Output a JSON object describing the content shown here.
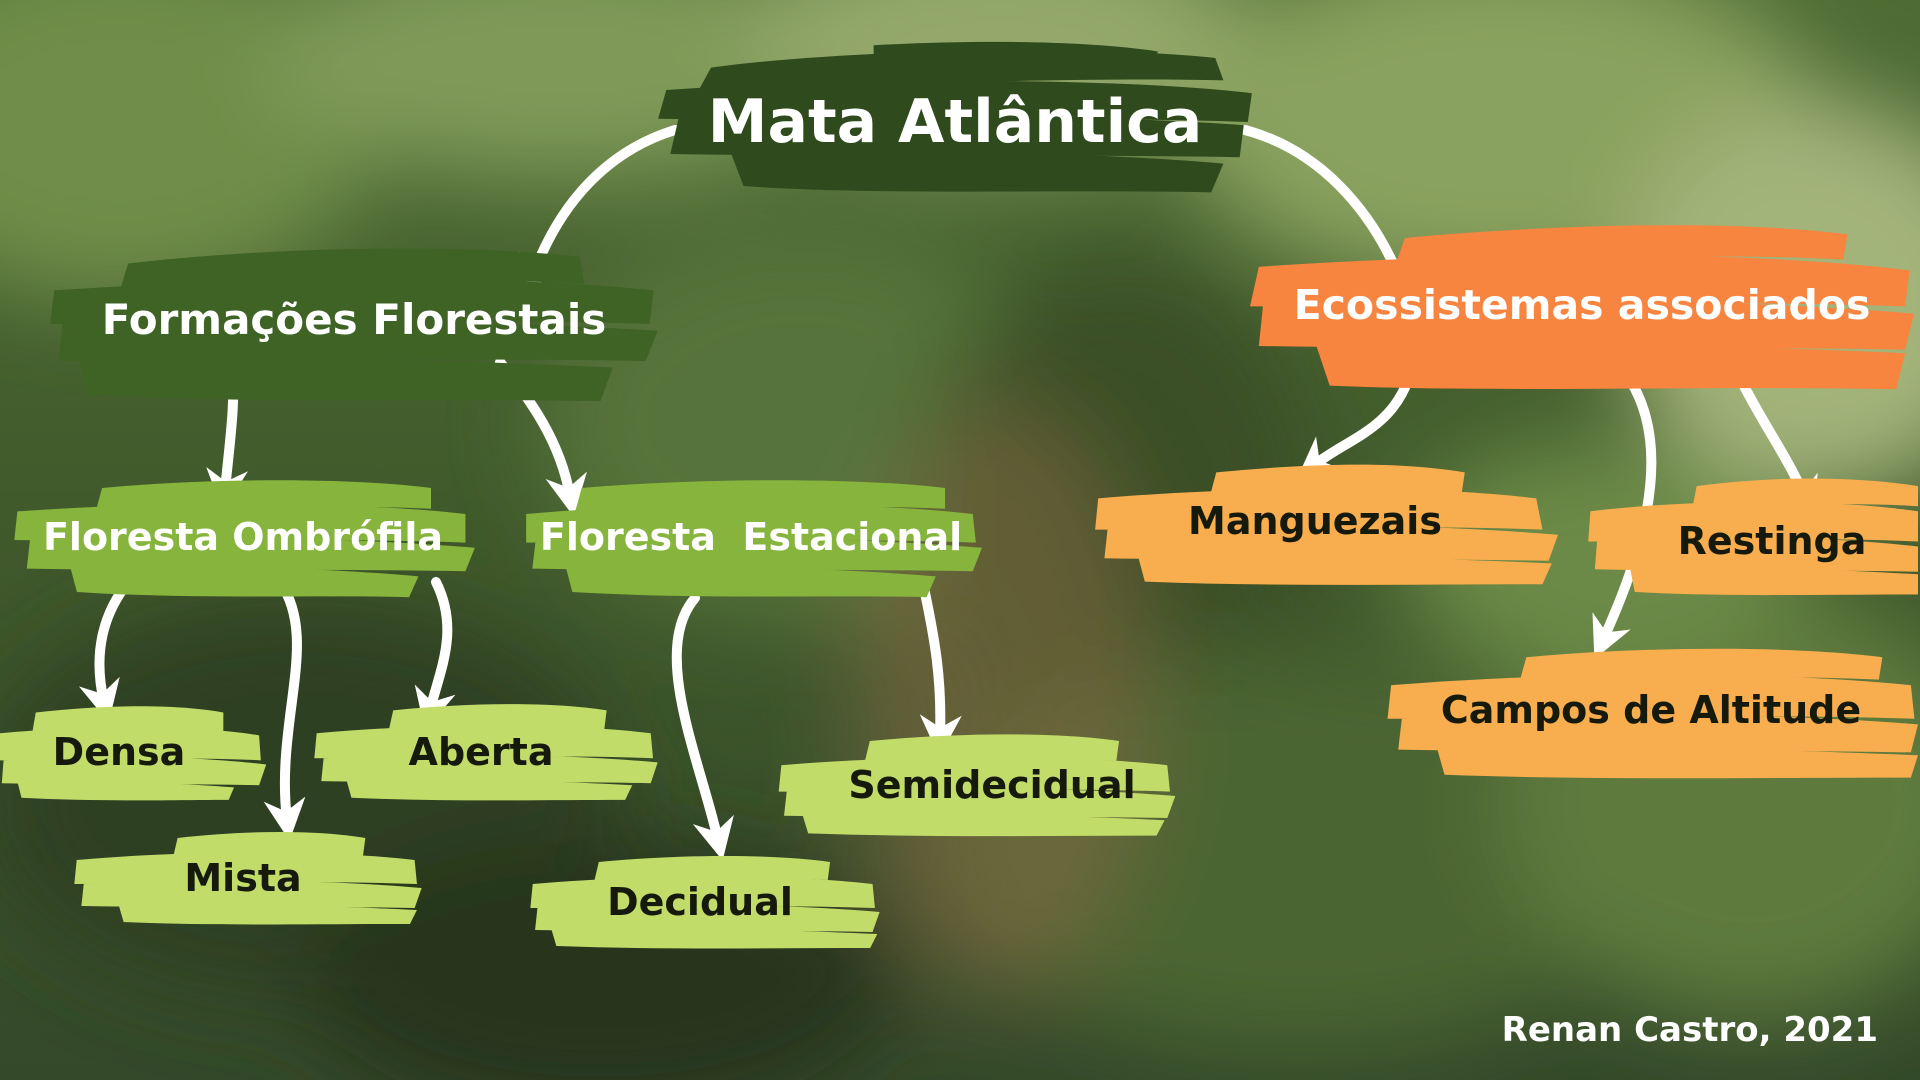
{
  "colors": {
    "root": "#2f4a1c",
    "branch_forest": "#3f6325",
    "forest_type": "#86b43c",
    "forest_leaf": "#c2dc6a",
    "branch_eco": "#f7843f",
    "eco_leaf": "#f8ae4e",
    "arrow": "#ffffff"
  },
  "diagram": {
    "root": {
      "label": "Mata Atlântica"
    },
    "branches": {
      "formacoes": {
        "label": "Formações Florestais"
      },
      "ecossistemas": {
        "label": "Ecossistemas associados"
      }
    },
    "forest_types": {
      "ombrofila": {
        "label": "Floresta Ombrófila"
      },
      "estacional": {
        "label": "Floresta  Estacional"
      }
    },
    "forest_leaves": {
      "densa": {
        "label": "Densa"
      },
      "mista": {
        "label": "Mista"
      },
      "aberta": {
        "label": "Aberta"
      },
      "decidual": {
        "label": "Decidual"
      },
      "semidecidual": {
        "label": "Semidecidual"
      }
    },
    "eco_leaves": {
      "manguezais": {
        "label": "Manguezais"
      },
      "restinga": {
        "label": "Restinga"
      },
      "campos": {
        "label": "Campos de Altitude"
      }
    }
  },
  "credit": "Renan Castro, 2021"
}
